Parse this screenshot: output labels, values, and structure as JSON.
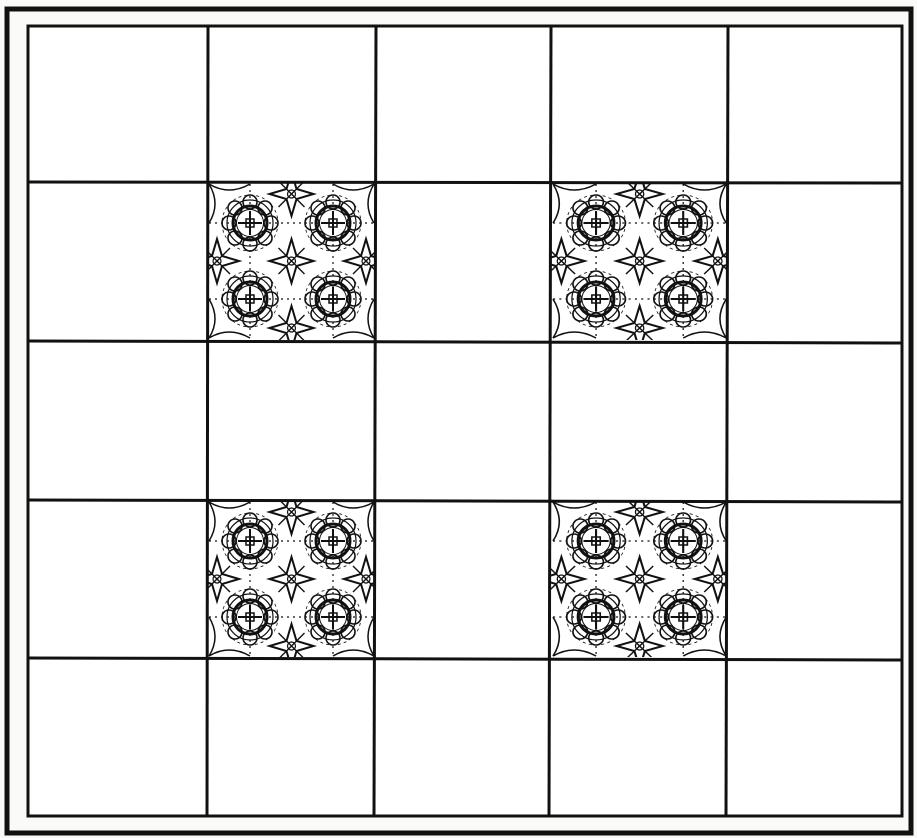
{
  "grid": {
    "rows": 5,
    "columns": 5,
    "patterned_cells": [
      {
        "row": 2,
        "col": 2
      },
      {
        "row": 2,
        "col": 4
      },
      {
        "row": 4,
        "col": 2
      },
      {
        "row": 4,
        "col": 4
      }
    ]
  },
  "colors": {
    "paper": "#fafaf8",
    "ink": "#111111"
  }
}
